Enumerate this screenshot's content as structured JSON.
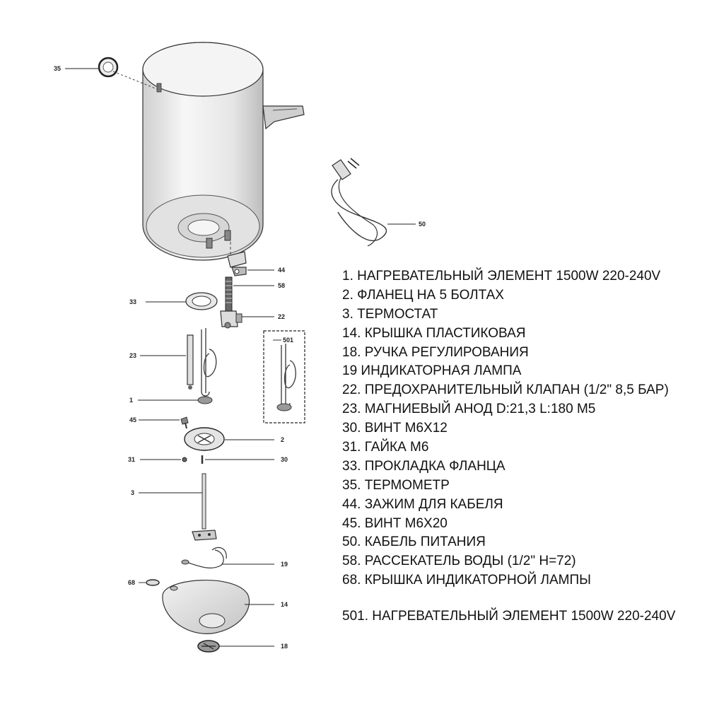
{
  "callouts": {
    "c35": "35",
    "c50": "50",
    "c44": "44",
    "c58": "58",
    "c33": "33",
    "c22": "22",
    "c501": "501",
    "c23": "23",
    "c1": "1",
    "c45": "45",
    "c2": "2",
    "c31": "31",
    "c30": "30",
    "c3": "3",
    "c19": "19",
    "c68": "68",
    "c14": "14",
    "c18": "18"
  },
  "legend": [
    "1. НАГРЕВАТЕЛЬНЫЙ ЭЛЕМЕНТ 1500W 220-240V",
    "2. ФЛАНЕЦ НА 5 БОЛТАХ",
    "3. ТЕРМОСТАТ",
    "14. КРЫШКА ПЛАСТИКОВАЯ",
    "18. РУЧКА РЕГУЛИРОВАНИЯ",
    "19 ИНДИКАТОРНАЯ ЛАМПА",
    "22. ПРЕДОХРАНИТЕЛЬНЫЙ КЛАПАН (1/2\" 8,5 БАР)",
    "23. МАГНИЕВЫЙ АНОД D:21,3 L:180 M5",
    "30. ВИНТ М6Х12",
    "31. ГАЙКА М6",
    "33. ПРОКЛАДКА ФЛАНЦА",
    "35. ТЕРМОМЕТР",
    "44. ЗАЖИМ ДЛЯ КАБЕЛЯ",
    "45. ВИНТ М6Х20",
    "50. КАБЕЛЬ ПИТАНИЯ",
    "58. РАССЕКАТЕЛЬ ВОДЫ (1/2\" H=72)",
    "68. КРЫШКА ИНДИКАТОРНОЙ ЛАМПЫ"
  ],
  "legend_extra": "501. НАГРЕВАТЕЛЬНЫЙ ЭЛЕМЕНТ 1500W 220-240V"
}
